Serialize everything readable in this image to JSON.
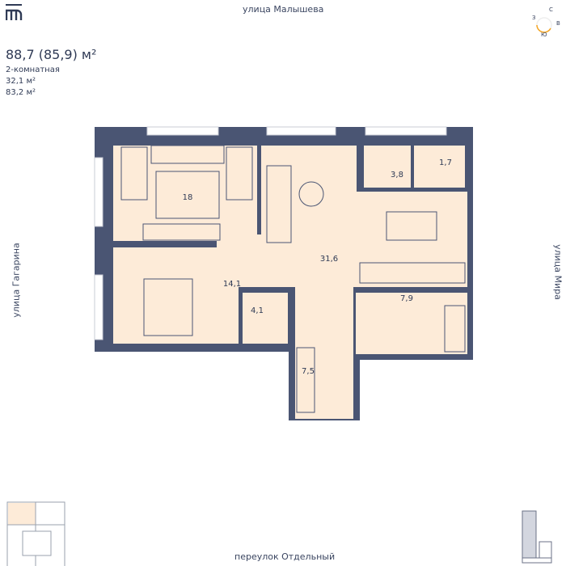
{
  "header": {
    "logo": "m",
    "total_area": "88,7 (85,9) м²",
    "rooms_type": "2-комнатная",
    "living_area": "32,1 м²",
    "area_2": "83,2 м²"
  },
  "streets": {
    "top": "улица Малышева",
    "left": "улица Гагарина",
    "right": "улица Мира",
    "bottom": "переулок Отдельный"
  },
  "compass": {
    "n": "С",
    "w": "З",
    "e": "В",
    "s": "Ю"
  },
  "rooms": {
    "bedroom_1": "18",
    "bedroom_2": "14,1",
    "bath_1": "4,1",
    "living": "31,6",
    "storage_1": "3,8",
    "storage_2": "1,7",
    "bath_2": "7,9",
    "hall": "7,5"
  },
  "colors": {
    "wall": "#4a5573",
    "floor": "#fdebd8",
    "accent": "#f5a623"
  }
}
